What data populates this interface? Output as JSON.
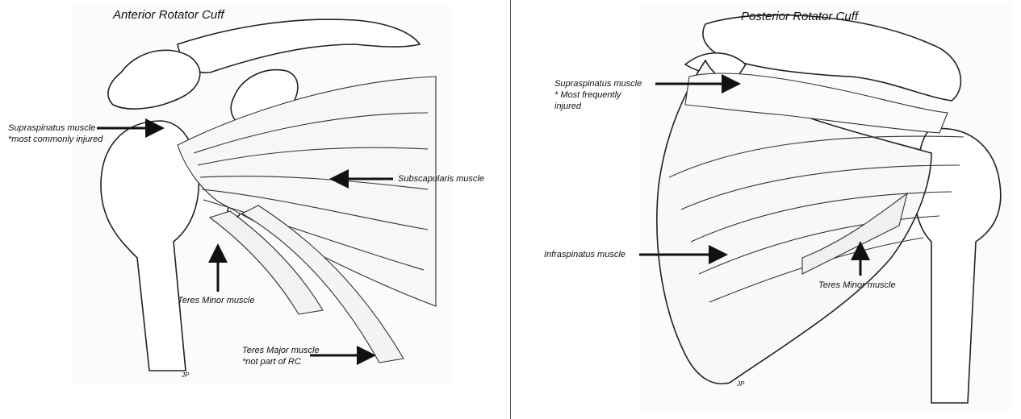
{
  "anterior": {
    "title": "Anterior Rotator Cuff",
    "labels": {
      "supraspinatus_name": "Supraspinatus muscle",
      "supraspinatus_note": "*most commonly injured",
      "subscapularis": "Subscapularis muscle",
      "teres_minor": "Teres Minor muscle",
      "teres_major_name": "Teres Major muscle",
      "teres_major_note": "*not part of RC"
    },
    "signature": "JP"
  },
  "posterior": {
    "title": "Posterior Rotator Cuff",
    "labels": {
      "supraspinatus_name": "Supraspinatus muscle",
      "supraspinatus_note_1": "* Most frequently",
      "supraspinatus_note_2": "injured",
      "infraspinatus": "Infraspinatus muscle",
      "teres_minor": "Teres Minor muscle"
    },
    "signature": "JP"
  }
}
